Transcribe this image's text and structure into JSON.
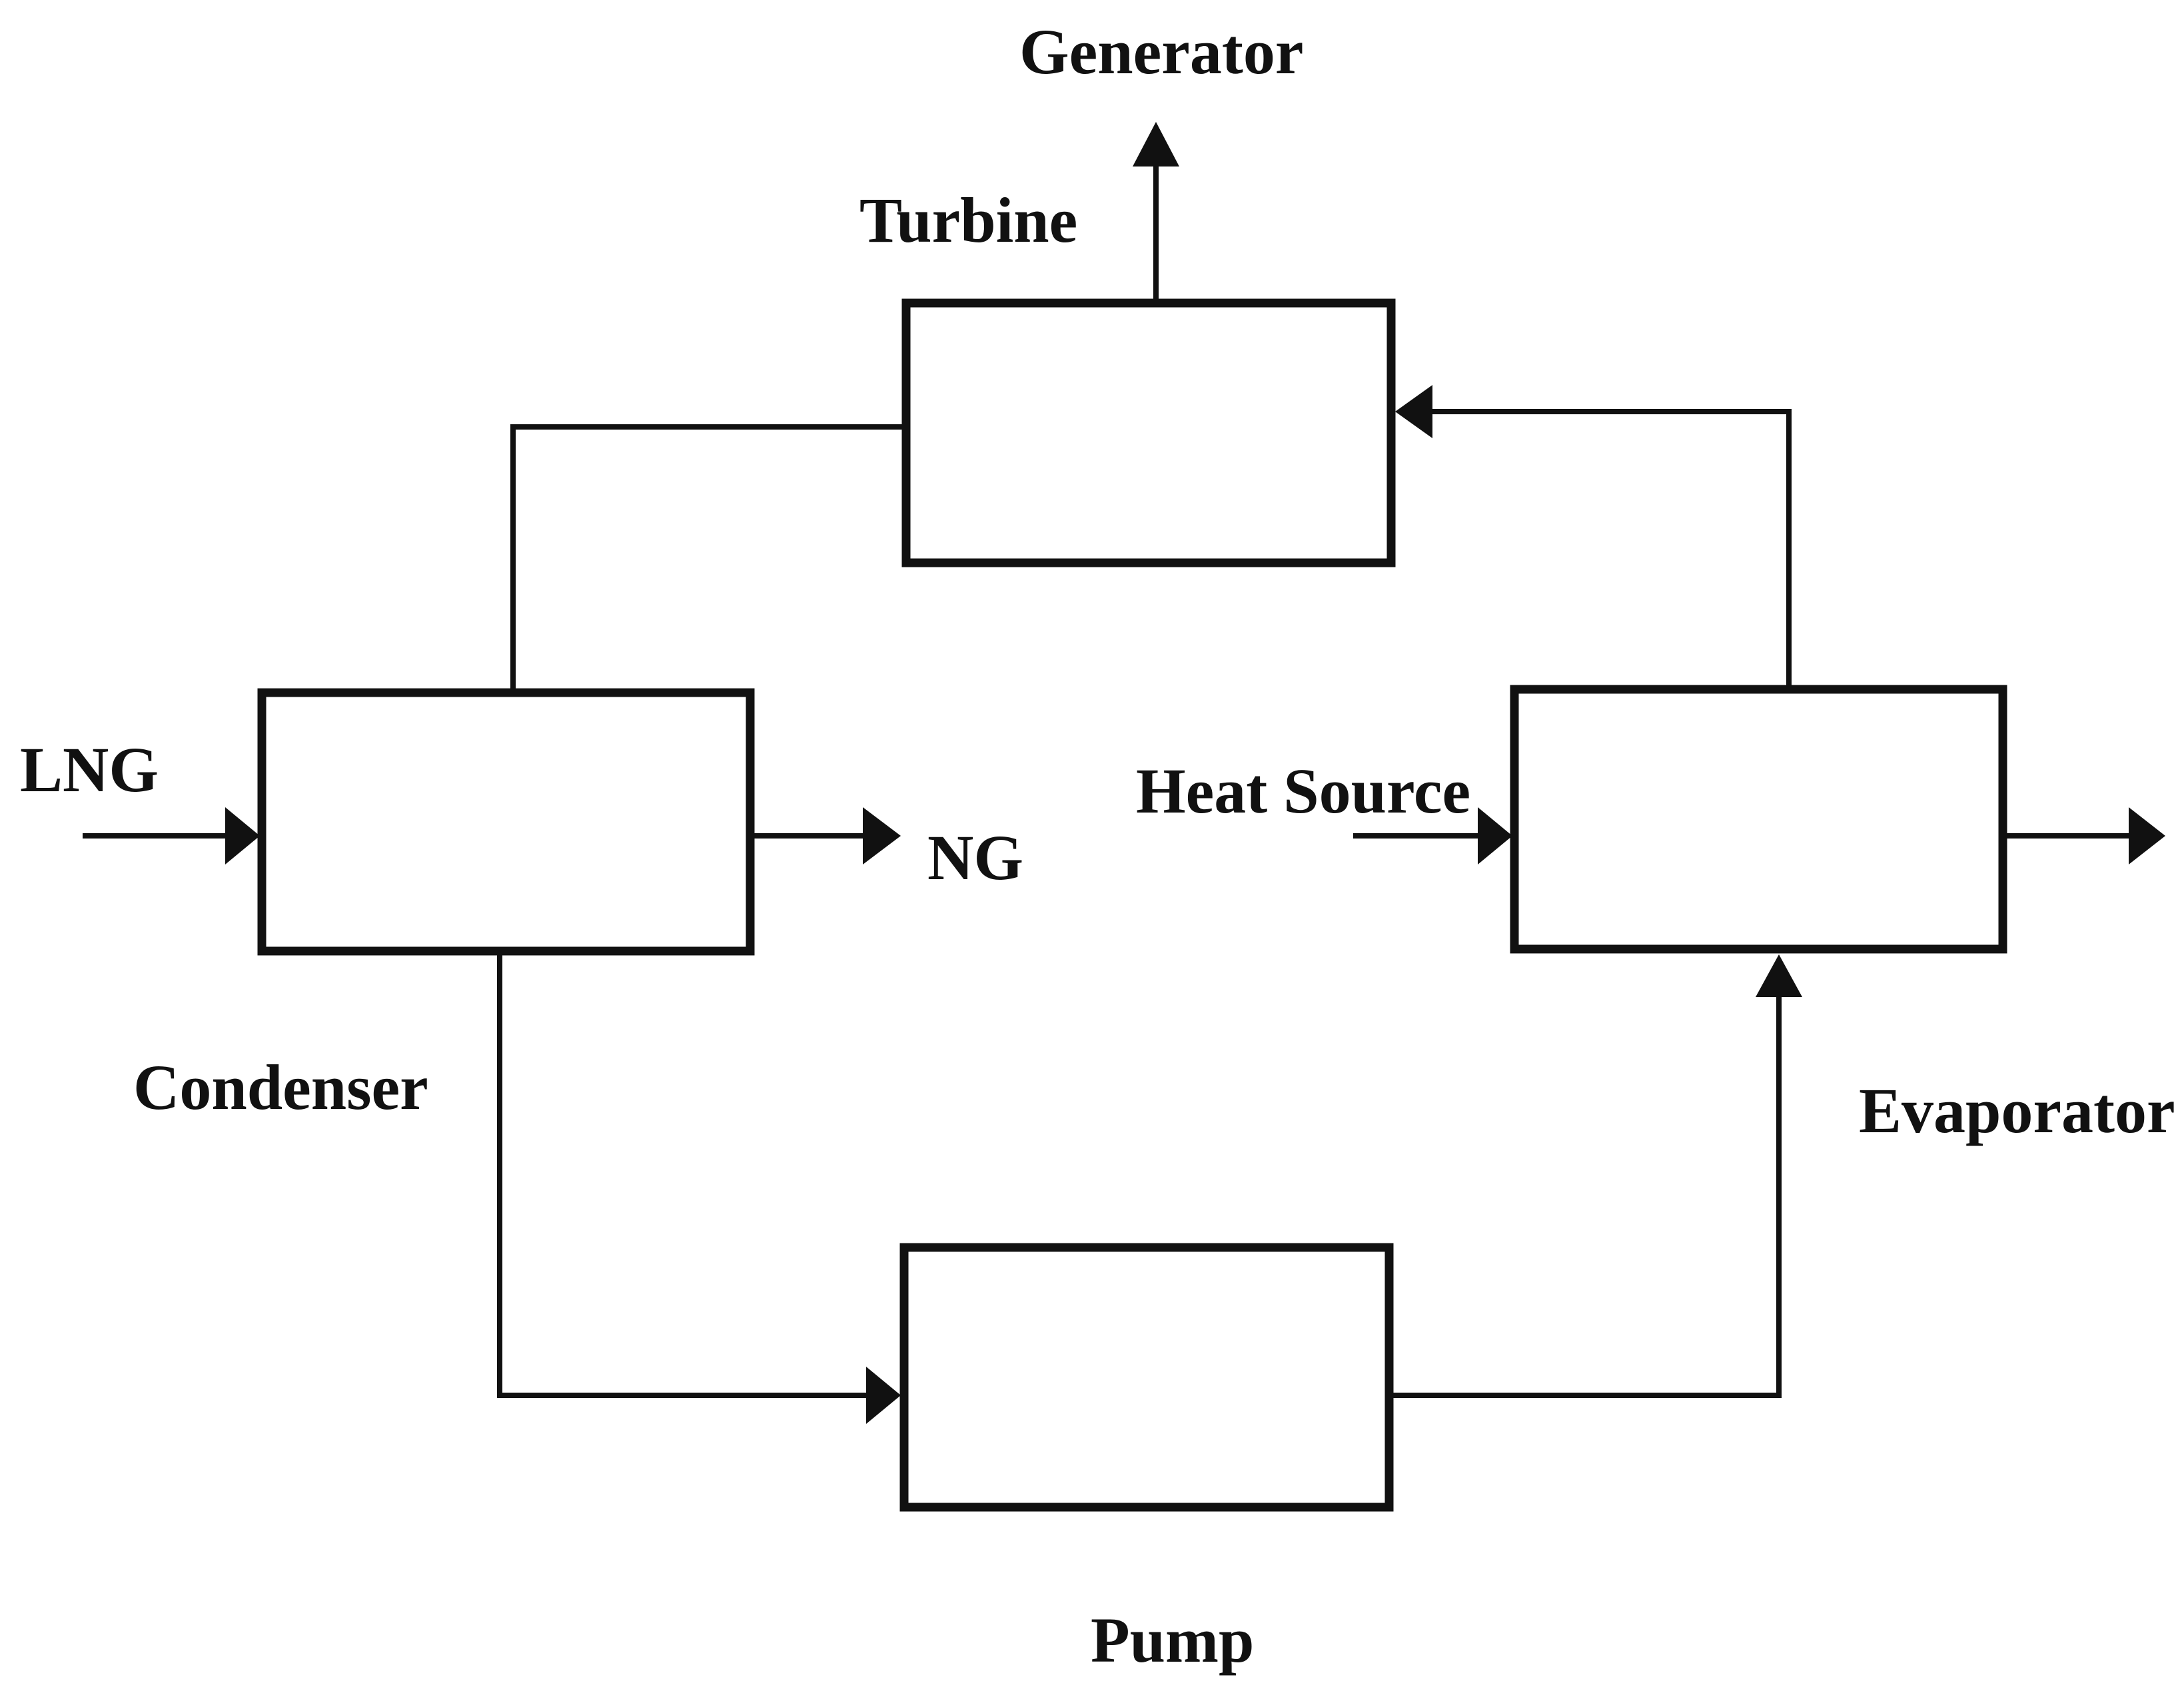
{
  "diagram": {
    "labels": {
      "generator": "Generator",
      "turbine": "Turbine",
      "lng": "LNG",
      "ng": "NG",
      "heat_source": "Heat Source",
      "condenser": "Condenser",
      "evaporator": "Evaporator",
      "pump": "Pump"
    },
    "colors": {
      "stroke": "#111111",
      "background": "#ffffff"
    }
  }
}
